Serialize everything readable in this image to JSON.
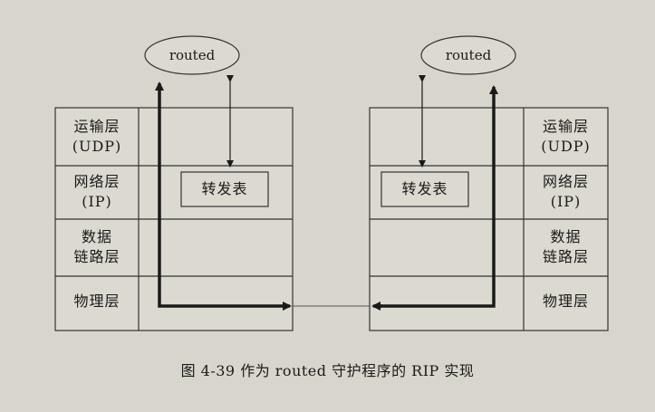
{
  "left_stack": {
    "process": "routed",
    "layers": [
      {
        "line1": "运输层",
        "line2": "(UDP)"
      },
      {
        "line1": "网络层",
        "line2": "(IP)"
      },
      {
        "line1": "数据",
        "line2": "链路层"
      },
      {
        "line1": "物理层",
        "line2": ""
      }
    ],
    "table": "转发表"
  },
  "right_stack": {
    "process": "routed",
    "layers": [
      {
        "line1": "运输层",
        "line2": "(UDP)"
      },
      {
        "line1": "网络层",
        "line2": "(IP)"
      },
      {
        "line1": "数据",
        "line2": "链路层"
      },
      {
        "line1": "物理层",
        "line2": ""
      }
    ],
    "table": "转发表"
  },
  "caption": "图 4-39   作为 routed 守护程序的 RIP 实现"
}
